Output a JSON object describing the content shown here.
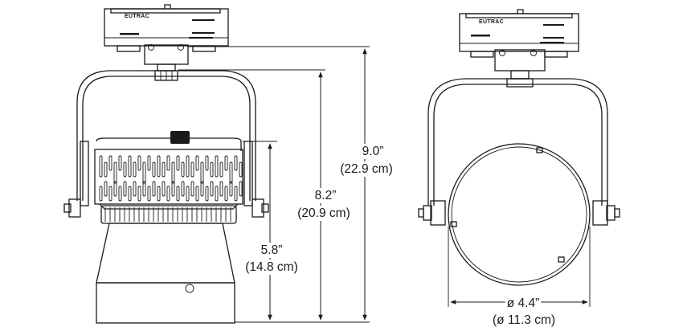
{
  "brand_label": "EUTRAC",
  "side_view": {
    "overall_height": {
      "imperial": "9.0”",
      "metric": "(22.9 cm)"
    },
    "fixture_height": {
      "imperial": "8.2”",
      "metric": "(20.9 cm)"
    },
    "body_height": {
      "imperial": "5.8”",
      "metric": "(14.8 cm)"
    }
  },
  "front_view": {
    "diameter": {
      "imperial": "ø 4.4”",
      "metric": "(ø 11.3 cm)"
    }
  }
}
